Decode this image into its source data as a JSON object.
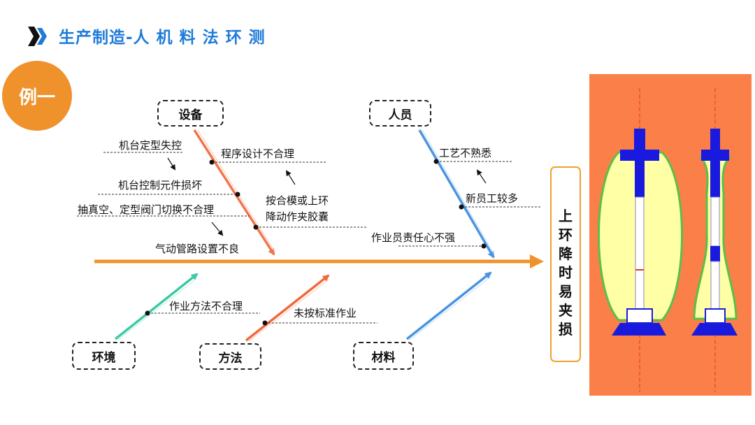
{
  "header": {
    "title": "生产制造-人 机 料 法 环 测",
    "accent_color": "#1e7bd9",
    "icon": "double-chevron-right-icon"
  },
  "example_badge": {
    "label": "例一",
    "color": "#f0922b"
  },
  "diagram": {
    "categories": {
      "equipment": "设备",
      "people": "人员",
      "environment": "环境",
      "method": "方法",
      "material": "材料"
    },
    "causes": {
      "c1": "机台定型失控",
      "c2": "程序设计不合理",
      "c3": "机台控制元件损坏",
      "c4": "按合模或上环",
      "c4b": "降动作夹胶囊",
      "c5": "抽真空、定型阀门切换不合理",
      "c6": "气动管路设置不良",
      "c7": "工艺不熟悉",
      "c8": "新员工较多",
      "c9": "作业员责任心不强",
      "c10": "作业方法不合理",
      "c11": "未按标准作业"
    },
    "effect": "上环降时易夹损",
    "colors": {
      "spine": "#f0922b",
      "equipment_bone": "#f0764a",
      "people_bone": "#4a94e0",
      "environment_bone": "#3cc9a6",
      "method_bone": "#ef6a3d",
      "material_bone": "#4a94e0",
      "product_bg": "#fb7f48"
    }
  }
}
